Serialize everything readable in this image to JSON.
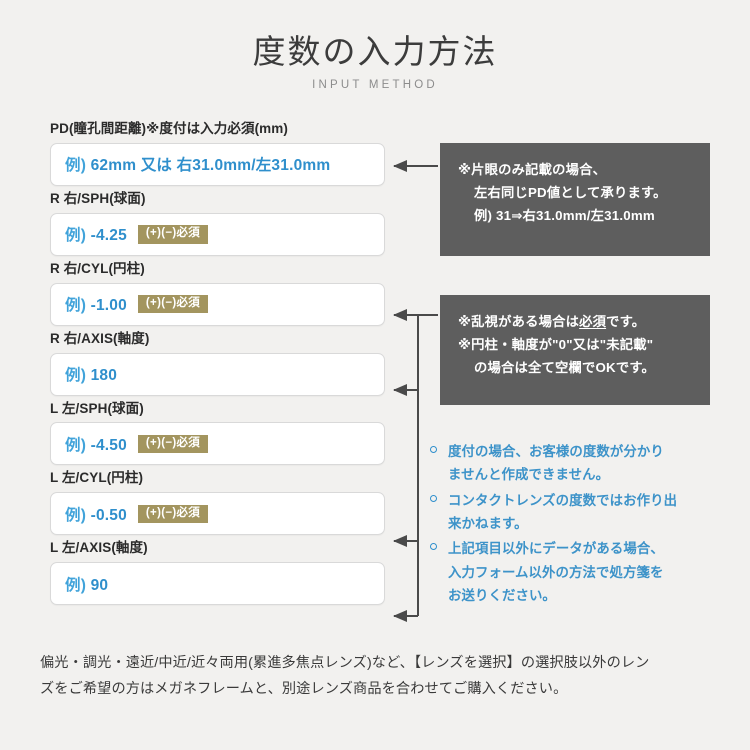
{
  "header": {
    "title": "度数の入力方法",
    "subtitle": "INPUT METHOD"
  },
  "colors": {
    "background": "#f2f1ef",
    "note_box": "#5e5e5e",
    "badge": "#a3955f",
    "placeholder_blue": "#2f8fcc",
    "bullet_blue": "#3d93c9",
    "input_border": "#d9d9d9",
    "connector": "#4a4a4a"
  },
  "form": {
    "fields": [
      {
        "label": "PD(瞳孔間距離)※度付は入力必須(mm)",
        "placeholder_prefix": "例)",
        "placeholder_value": "62mm 又は 右31.0mm/左31.0mm",
        "badge": ""
      },
      {
        "label": "R 右/SPH(球面)",
        "placeholder_prefix": "例)",
        "placeholder_value": "-4.25",
        "badge": "(+)(−)必須"
      },
      {
        "label": "R 右/CYL(円柱)",
        "placeholder_prefix": "例)",
        "placeholder_value": "-1.00",
        "badge": "(+)(−)必須"
      },
      {
        "label": "R 右/AXIS(軸度)",
        "placeholder_prefix": "例)",
        "placeholder_value": "180",
        "badge": ""
      },
      {
        "label": "L 左/SPH(球面)",
        "placeholder_prefix": "例)",
        "placeholder_value": "-4.50",
        "badge": "(+)(−)必須"
      },
      {
        "label": "L 左/CYL(円柱)",
        "placeholder_prefix": "例)",
        "placeholder_value": "-0.50",
        "badge": "(+)(−)必須"
      },
      {
        "label": "L 左/AXIS(軸度)",
        "placeholder_prefix": "例)",
        "placeholder_value": "90",
        "badge": ""
      }
    ]
  },
  "notes": {
    "pd_note": {
      "line1": "※片眼のみ記載の場合、",
      "line2": "左右同じPD値として承ります。",
      "line3": "例) 31⇒右31.0mm/左31.0mm"
    },
    "cyl_note": {
      "line1_a": "※乱視がある場合は",
      "line1_underline": "必須",
      "line1_b": "です。",
      "line2": "※円柱・軸度が\"0\"又は\"未記載\"",
      "line3": "の場合は全て空欄でOKです。"
    }
  },
  "bullets": [
    {
      "line1": "度付の場合、お客様の度数が分かり",
      "line2": "ませんと作成できません。",
      "line3": ""
    },
    {
      "line1": "コンタクトレンズの度数ではお作り出",
      "line2": "来かねます。",
      "line3": ""
    },
    {
      "line1": "上記項目以外にデータがある場合、",
      "line2": "入力フォーム以外の方法で処方箋を",
      "line3": "お送りください。"
    }
  ],
  "footer": {
    "line1": "偏光・調光・遠近/中近/近々両用(累進多焦点レンズ)など、【レンズを選択】の選択肢以外のレン",
    "line2": "ズをご希望の方はメガネフレームと、別途レンズ商品を合わせてご購入ください。"
  }
}
